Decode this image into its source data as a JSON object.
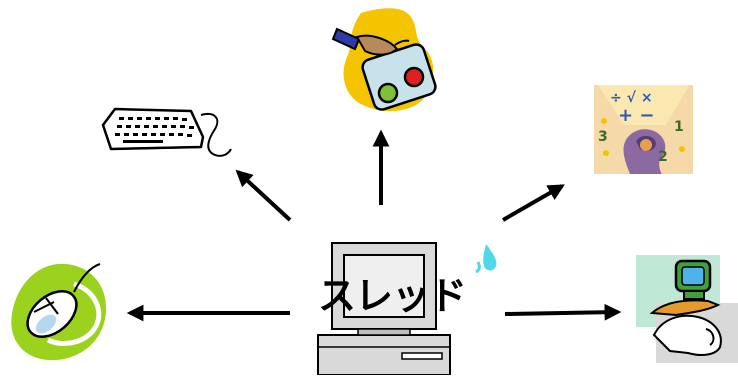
{
  "center": {
    "label": "スレッド"
  },
  "icons": {
    "keyboard": "keyboard-icon",
    "paint": "paint-palette-icon",
    "math": "math-thinking-icon",
    "mouse": "mouse-icon",
    "computer": "computer-icon",
    "hand_monitor": "hand-monitor-icon"
  },
  "math_symbols": {
    "top": "÷ √ ×",
    "mid": "+ −",
    "n1": "1",
    "n2": "2",
    "n3": "3"
  },
  "colors": {
    "mouse_green": "#9bd21e",
    "paint_yellow": "#f5c400",
    "math_bg": "#f6d9a9",
    "head_purple": "#8a6aa0",
    "monitor_green": "#3fa03c",
    "hand_orange": "#e59a2c",
    "droplet": "#4fd8e8"
  }
}
